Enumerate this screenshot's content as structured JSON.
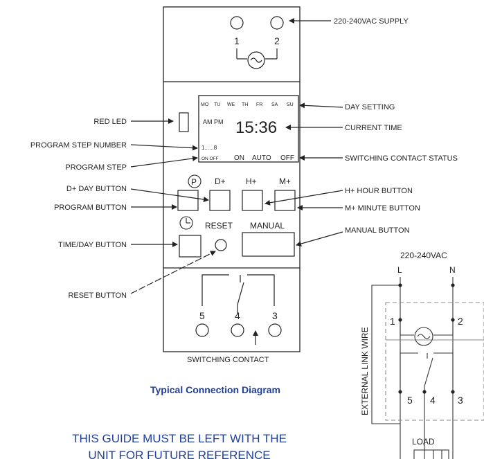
{
  "supply_label": "220-240VAC SUPPLY",
  "terminals_top": [
    "1",
    "2"
  ],
  "lcd": {
    "days": [
      "MO",
      "TU",
      "WE",
      "TH",
      "FR",
      "SA",
      "SU"
    ],
    "ampm": "AM PM",
    "time": "15:36",
    "step_range": "1......8",
    "on_off": "ON OFF",
    "status_on": "ON",
    "status_auto": "AUTO",
    "status_off": "OFF"
  },
  "buttons": {
    "program_symbol": "P",
    "d_plus": "D+",
    "h_plus": "H+",
    "m_plus": "M+",
    "reset": "RESET",
    "manual": "MANUAL"
  },
  "callouts_left": {
    "red_led": "RED LED",
    "program_step_number": "PROGRAM STEP NUMBER",
    "program_step": "PROGRAM STEP",
    "d_day_button": "D+ DAY BUTTON",
    "program_button": "PROGRAM BUTTON",
    "time_day_button": "TIME/DAY BUTTON",
    "reset_button": "RESET BUTTON"
  },
  "callouts_right": {
    "day_setting": "DAY SETTING",
    "current_time": "CURRENT TIME",
    "switching_contact_status": "SWITCHING CONTACT STATUS",
    "h_hour_button": "H+ HOUR BUTTON",
    "m_minute_button": "M+ MINUTE BUTTON",
    "manual_button": "MANUAL BUTTON"
  },
  "terminals_bottom": [
    "5",
    "4",
    "3"
  ],
  "switching_contact": "SWITCHING CONTACT",
  "connection": {
    "title": "Typical Connection Diagram",
    "supply": "220-240VAC",
    "L": "L",
    "N": "N",
    "t1": "1",
    "t2": "2",
    "t5": "5",
    "t4": "4",
    "t3": "3",
    "external_link": "EXTERNAL LINK WIRE",
    "load": "LOAD"
  },
  "guide_line1": "THIS GUIDE MUST BE LEFT WITH THE",
  "guide_line2": "UNIT FOR FUTURE REFERENCE",
  "colors": {
    "title_blue": "#1f3f9a",
    "line": "#222222",
    "dim": "#888888"
  }
}
